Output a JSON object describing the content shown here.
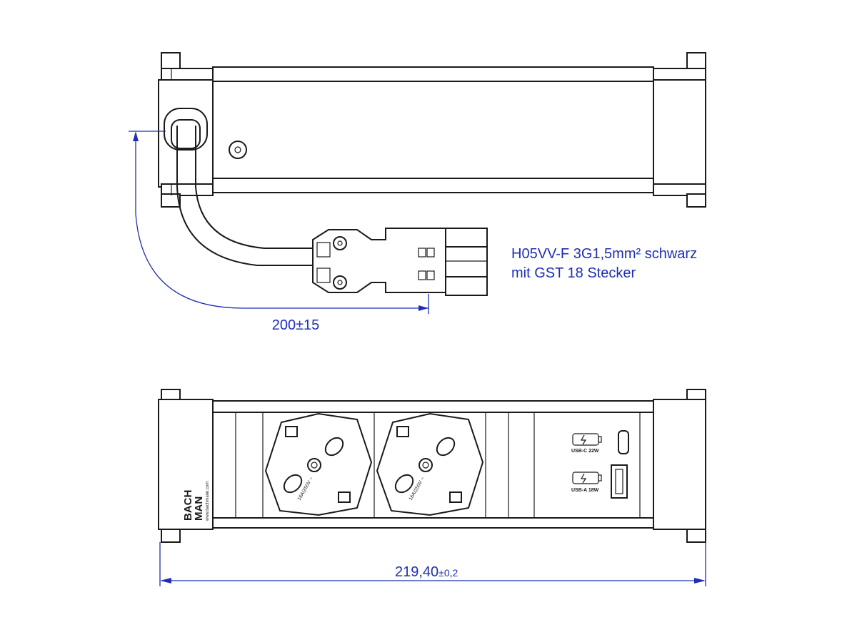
{
  "top_view": {
    "cable_label_line1": "H05VV-F 3G1,5mm² schwarz",
    "cable_label_line2": "mit GST 18 Stecker",
    "cable_length_dim": "200±15"
  },
  "front_view": {
    "brand_line1": "BACH",
    "brand_line2": "MAN",
    "brand_web": "www.bachmann.com",
    "socket_rating": "16A/250V ~",
    "usb_c_label": "USB-C 22W",
    "usb_a_label": "USB-A 18W",
    "width_dim_main": "219,40",
    "width_dim_tol": "±0,2"
  },
  "colors": {
    "dimension": "#1f2fb3",
    "outline": "#1a1a1a"
  }
}
